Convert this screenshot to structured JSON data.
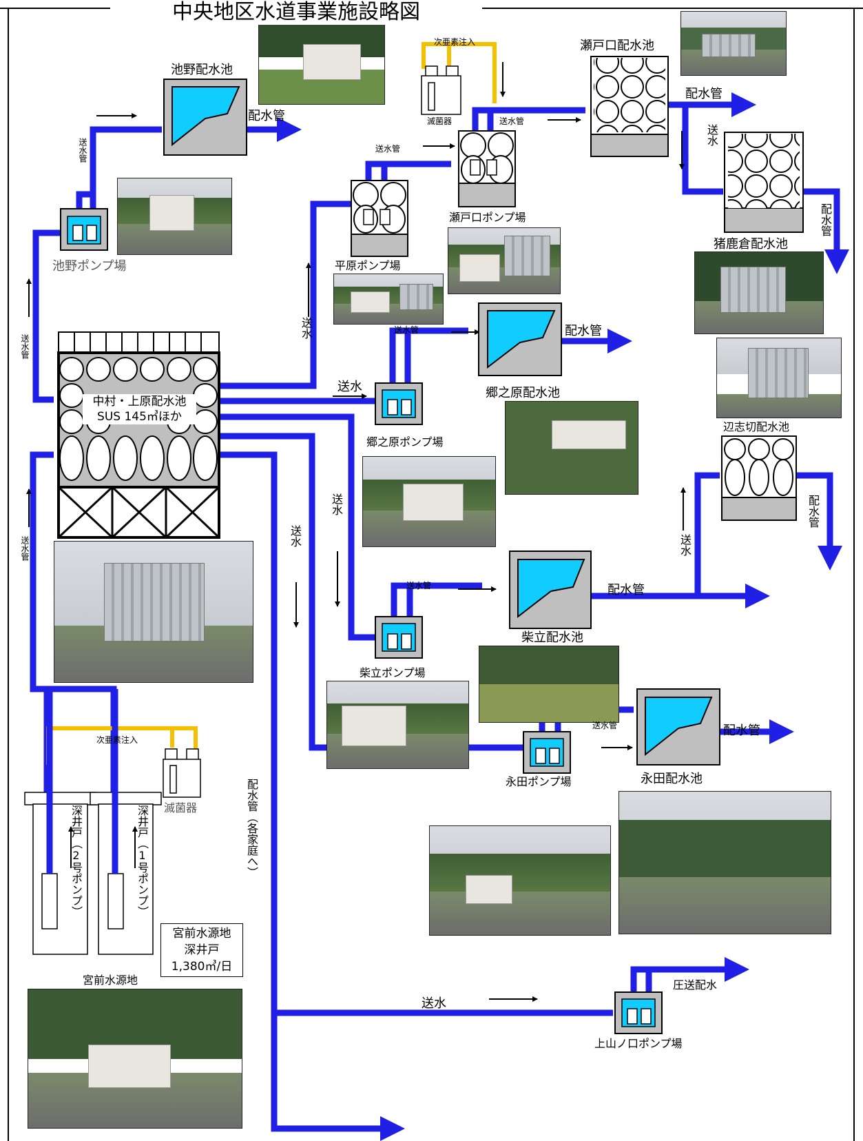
{
  "title": "中央地区水道事業施設略図",
  "colors": {
    "pipe": "#1f1fe6",
    "chlorine": "#f5c000",
    "water": "#11ccff",
    "building": "#bfbfbf",
    "dark": "#000000"
  },
  "facilities": {
    "ikeno_reservoir": "池野配水池",
    "ikeno_pump": "池野ポンプ場",
    "nakamura_reservoir": "中村・上原配水池",
    "nakamura_spec": "SUS 145㎥ほか",
    "hirahara_pump": "平原ポンプ場",
    "setoguchi_pump": "瀬戸口ポンプ場",
    "setoguchi_reservoir": "瀬戸口配水池",
    "inokakura_reservoir": "猪鹿倉配水池",
    "hesikiri_reservoir": "辺志切配水池",
    "gonohara_reservoir": "郷之原配水池",
    "gonohara_pump": "郷之原ポンプ場",
    "shibatate_reservoir": "柴立配水池",
    "shibatate_pump": "柴立ポンプ場",
    "nagata_reservoir": "永田配水池",
    "nagata_pump": "永田ポンプ場",
    "kamiyamanokuchi_pump": "上山ノ口ポンプ場",
    "miyamae_source": "宮前水源地",
    "well_2": "深井戸（2号ポンプ）",
    "well_1": "深井戸（1号ポンプ）"
  },
  "source_note": {
    "line1": "宮前水源地",
    "line2": "深井戸",
    "line3": "1,380㎥/日"
  },
  "labels": {
    "transmission": "送水",
    "transmission_pipe": "送水管",
    "distribution_pipe": "配水管",
    "chlorine_injection": "次亜素注入",
    "sterilizer": "滅菌器",
    "pressure_distribution": "圧送配水",
    "distribution_to_homes": "配水管（各家庭へ）"
  }
}
